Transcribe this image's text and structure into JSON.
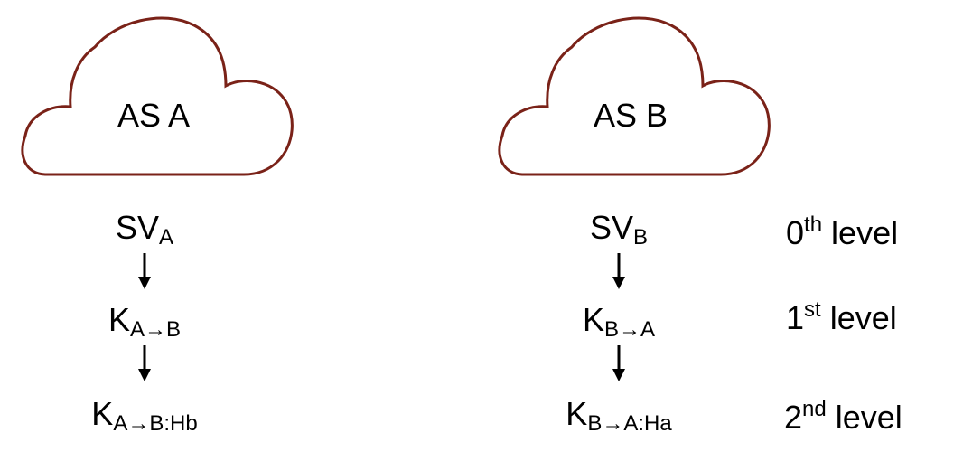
{
  "clouds": {
    "a": {
      "label": "AS A"
    },
    "b": {
      "label": "AS B"
    }
  },
  "chain_a": {
    "sv_main": "SV",
    "sv_sub": "A",
    "k1_main": "K",
    "k1_sub": "A→B",
    "k2_main": "K",
    "k2_sub": "A→B:Hb"
  },
  "chain_b": {
    "sv_main": "SV",
    "sv_sub": "B",
    "k1_main": "K",
    "k1_sub": "B→A",
    "k2_main": "K",
    "k2_sub": "B→A:Ha"
  },
  "levels": [
    {
      "num": "0",
      "sup": "th",
      "text": " level"
    },
    {
      "num": "1",
      "sup": "st",
      "text": " level"
    },
    {
      "num": "2",
      "sup": "nd",
      "text": " level"
    }
  ],
  "colors": {
    "cloud_stroke": "#7a2218",
    "text": "#000000"
  }
}
